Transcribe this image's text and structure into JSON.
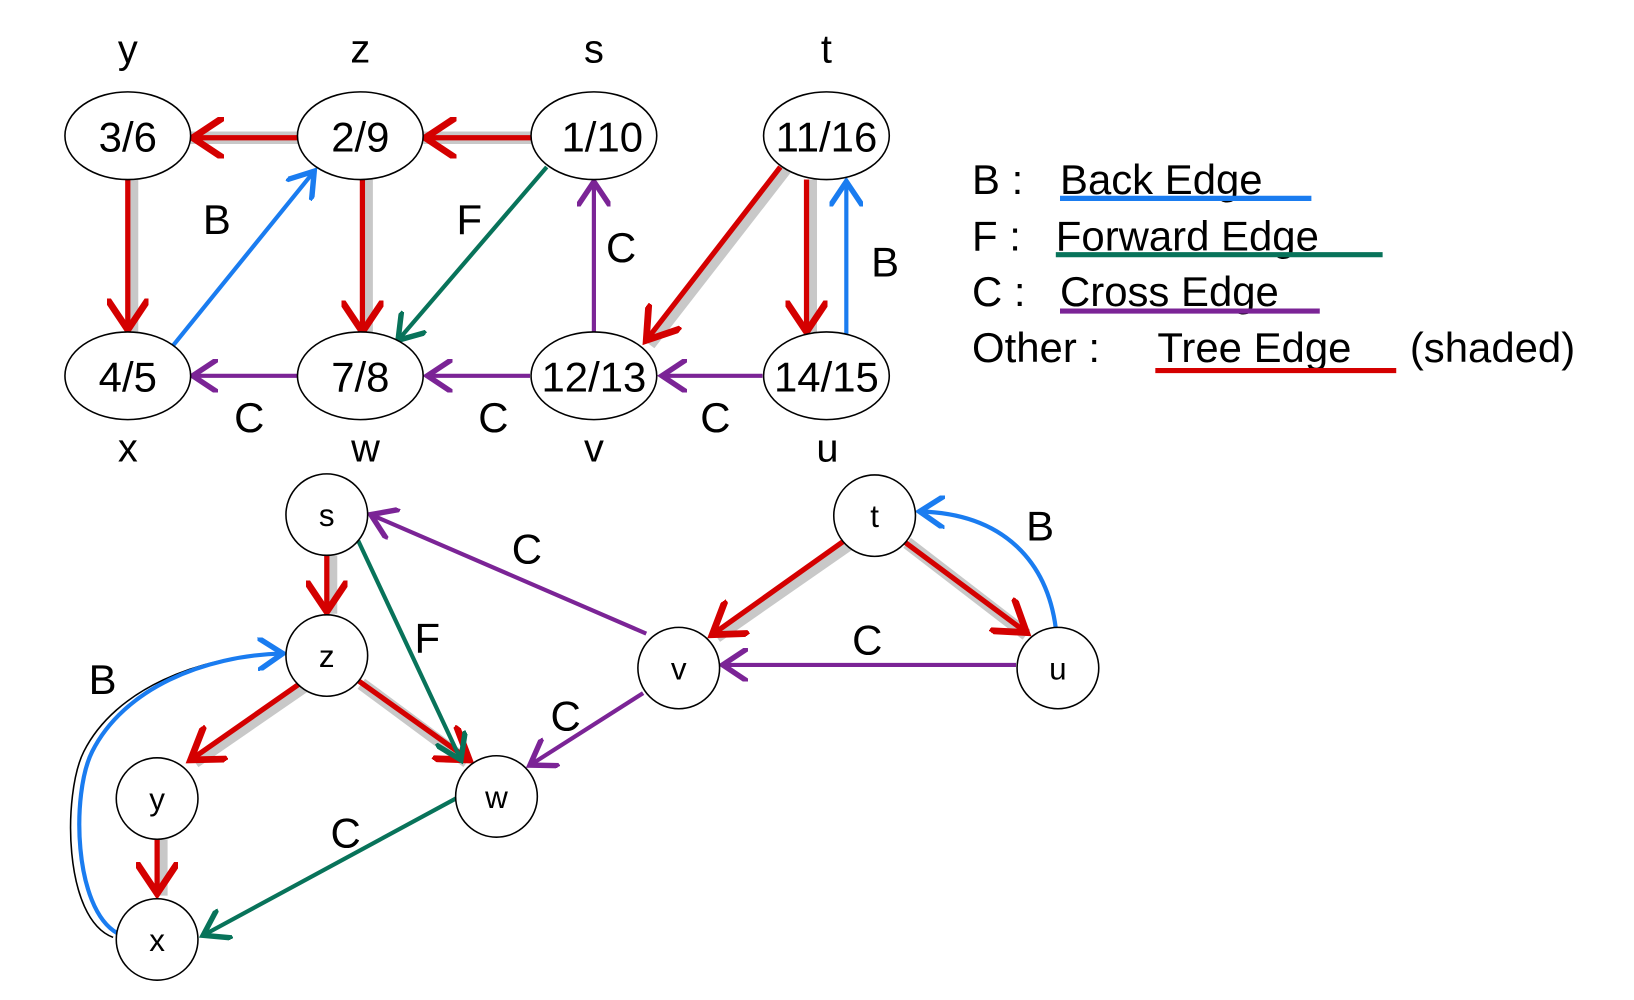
{
  "colors": {
    "tree": "#d40000",
    "back": "#1a7cf0",
    "forward": "#08735a",
    "cross": "#7b2496",
    "shade": "#c8c8c8"
  },
  "top_graph": {
    "nodes": [
      {
        "name": "y",
        "times": "3/6"
      },
      {
        "name": "z",
        "times": "2/9"
      },
      {
        "name": "s",
        "times": "1/10"
      },
      {
        "name": "t",
        "times": "11/16"
      },
      {
        "name": "x",
        "times": "4/5"
      },
      {
        "name": "w",
        "times": "7/8"
      },
      {
        "name": "v",
        "times": "12/13"
      },
      {
        "name": "u",
        "times": "14/15"
      }
    ],
    "edge_labels": {
      "x_z": "B",
      "s_w": "F",
      "v_s": "C",
      "u_t": "B",
      "w_x": "C",
      "v_w": "C",
      "u_v": "C"
    }
  },
  "bottom_graph": {
    "nodes": [
      "s",
      "z",
      "y",
      "x",
      "w",
      "v",
      "t",
      "u"
    ],
    "edge_labels": {
      "v_s": "C",
      "s_w": "F",
      "x_z": "B",
      "v_w": "C",
      "u_v": "C",
      "u_t": "B",
      "w_x": "C"
    }
  },
  "legend": [
    {
      "key": "B :",
      "label": "Back Edge",
      "suffix": ""
    },
    {
      "key": "F :",
      "label": "Forward Edge",
      "suffix": ""
    },
    {
      "key": "C :",
      "label": "Cross Edge",
      "suffix": ""
    },
    {
      "key": "Other :",
      "label": "Tree Edge",
      "suffix": "(shaded)"
    }
  ]
}
